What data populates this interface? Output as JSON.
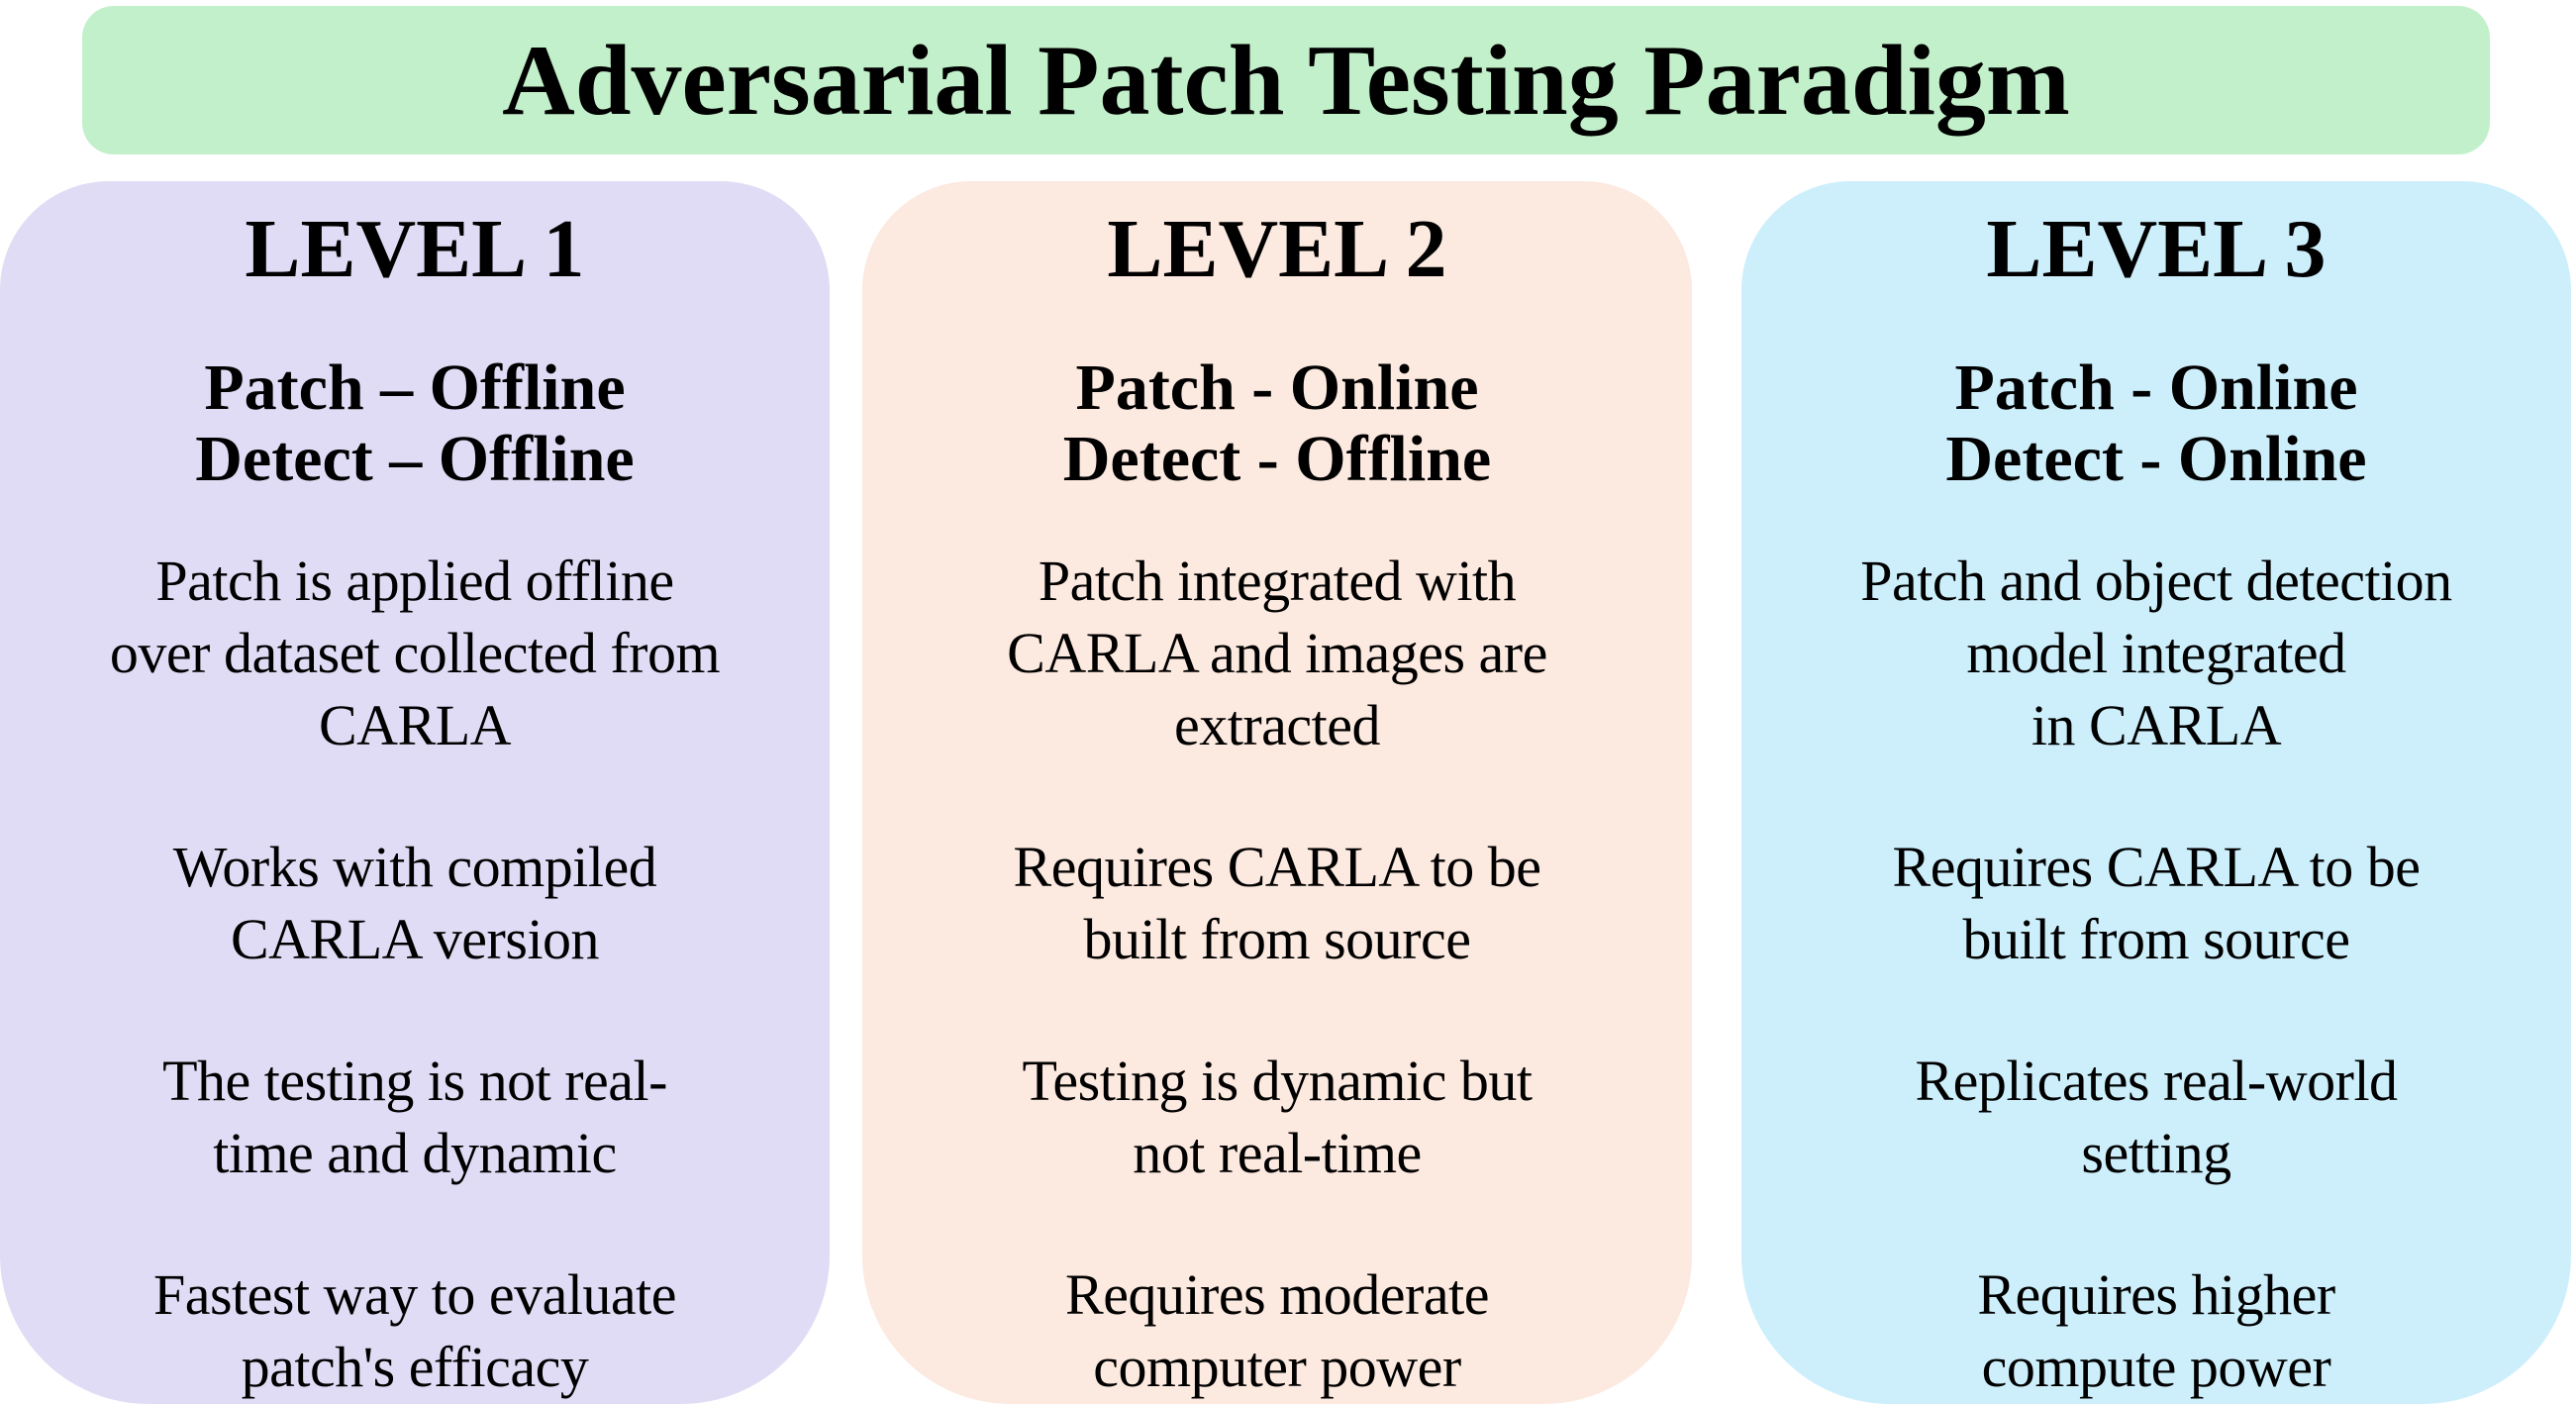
{
  "title": "Adversarial Patch Testing Paradigm",
  "colors": {
    "background": "#ffffff",
    "title_banner": "#c2f0ca",
    "level1_card": "#e1dcf5",
    "level2_card": "#fce9df",
    "level3_card": "#cdeffb",
    "text": "#000000"
  },
  "columns": [
    {
      "level": "LEVEL 1",
      "modes": "Patch – Offline\nDetect – Offline",
      "paragraphs": [
        "Patch is applied offline\nover dataset collected from\nCARLA",
        "Works with compiled\nCARLA version",
        "The testing is not real-\ntime and dynamic",
        "Fastest way to evaluate\npatch's efficacy"
      ]
    },
    {
      "level": "LEVEL 2",
      "modes": "Patch - Online\nDetect - Offline",
      "paragraphs": [
        "Patch integrated with\nCARLA and images are\nextracted",
        "Requires CARLA to be\nbuilt from source",
        "Testing is dynamic but\nnot real-time",
        "Requires moderate\ncomputer power"
      ]
    },
    {
      "level": "LEVEL 3",
      "modes": "Patch - Online\nDetect - Online",
      "paragraphs": [
        "Patch and object detection\nmodel integrated\nin CARLA",
        "Requires CARLA to be\nbuilt from source",
        "Replicates real-world\nsetting",
        "Requires higher\ncompute power"
      ]
    }
  ]
}
